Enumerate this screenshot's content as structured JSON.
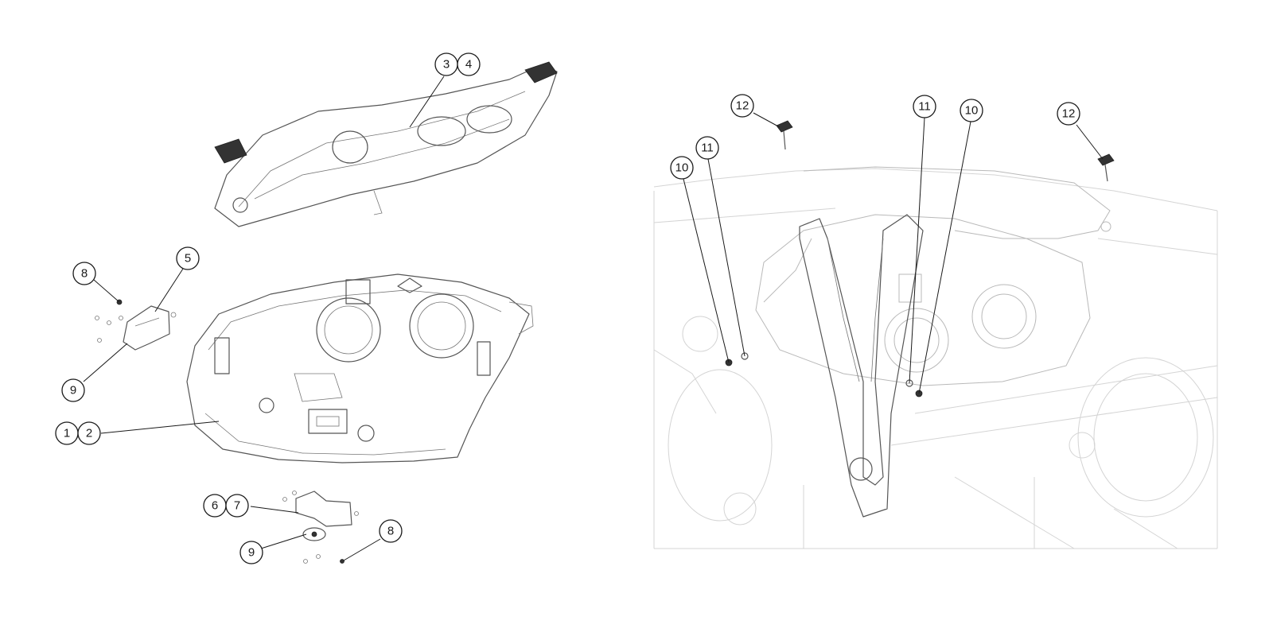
{
  "panels": {
    "left": {
      "callouts": [
        {
          "id": "c-3",
          "label": "3"
        },
        {
          "id": "c-4",
          "label": "4"
        },
        {
          "id": "c-5",
          "label": "5"
        },
        {
          "id": "c-8a",
          "label": "8"
        },
        {
          "id": "c-9a",
          "label": "9"
        },
        {
          "id": "c-1",
          "label": "1"
        },
        {
          "id": "c-2",
          "label": "2"
        },
        {
          "id": "c-6",
          "label": "6"
        },
        {
          "id": "c-7",
          "label": "7"
        },
        {
          "id": "c-9b",
          "label": "9"
        },
        {
          "id": "c-8b",
          "label": "8"
        }
      ]
    },
    "right": {
      "callouts": [
        {
          "id": "c-12a",
          "label": "12"
        },
        {
          "id": "c-11a",
          "label": "11"
        },
        {
          "id": "c-10a",
          "label": "10"
        },
        {
          "id": "c-12b",
          "label": "12"
        },
        {
          "id": "c-11b",
          "label": "11"
        },
        {
          "id": "c-10b",
          "label": "10"
        }
      ]
    }
  },
  "colors": {
    "line": "#1a1a1a",
    "part_stroke": "#555555",
    "ghost_stroke": "#d4d4d4",
    "background": "#ffffff"
  }
}
